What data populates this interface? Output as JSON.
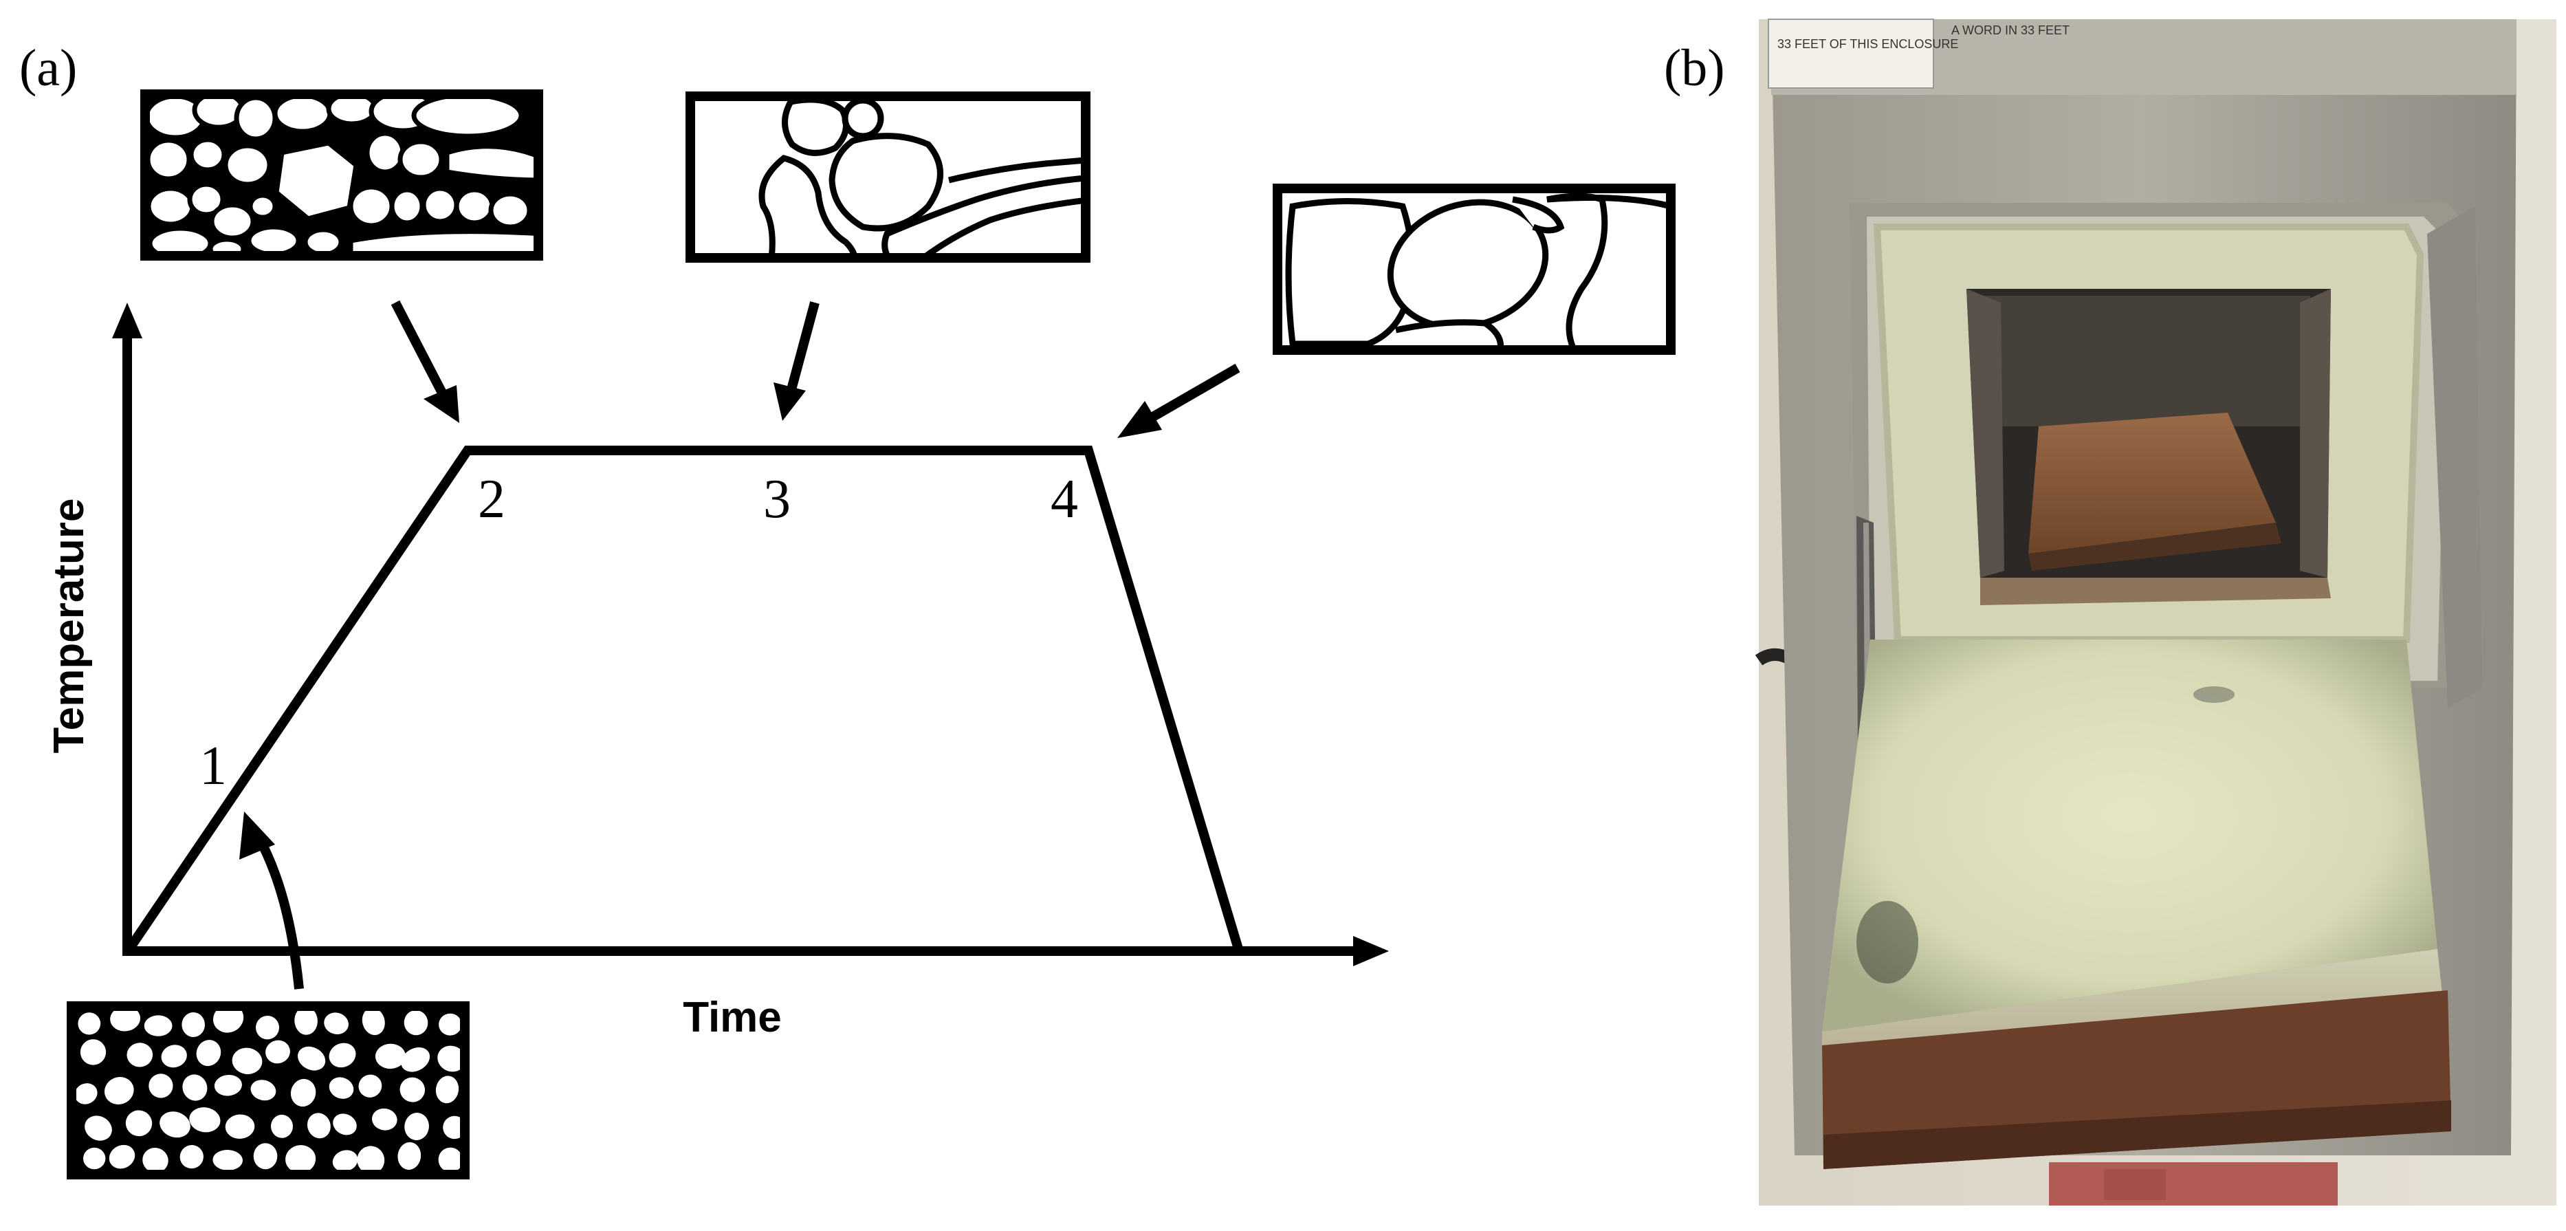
{
  "figure": {
    "panel_a_label": "(a)",
    "panel_b_label": "(b)",
    "x_axis_label": "Time",
    "y_axis_label": "Temperature",
    "stages": [
      "1",
      "2",
      "3",
      "4"
    ]
  },
  "photo": {
    "sticker_text": "33 FEET OF THIS ENCLOSURE",
    "sticker_text_2": "A WORD IN 33 FEET"
  },
  "colors": {
    "furnace_body": "#a7a49a",
    "furnace_frame": "#8f8d85",
    "refractory": "#d7d8b8",
    "chamber_dark": "#2a2623",
    "tray": "#8a5a3a",
    "rust": "#6b3a24",
    "pedestal": "#b05a55"
  }
}
